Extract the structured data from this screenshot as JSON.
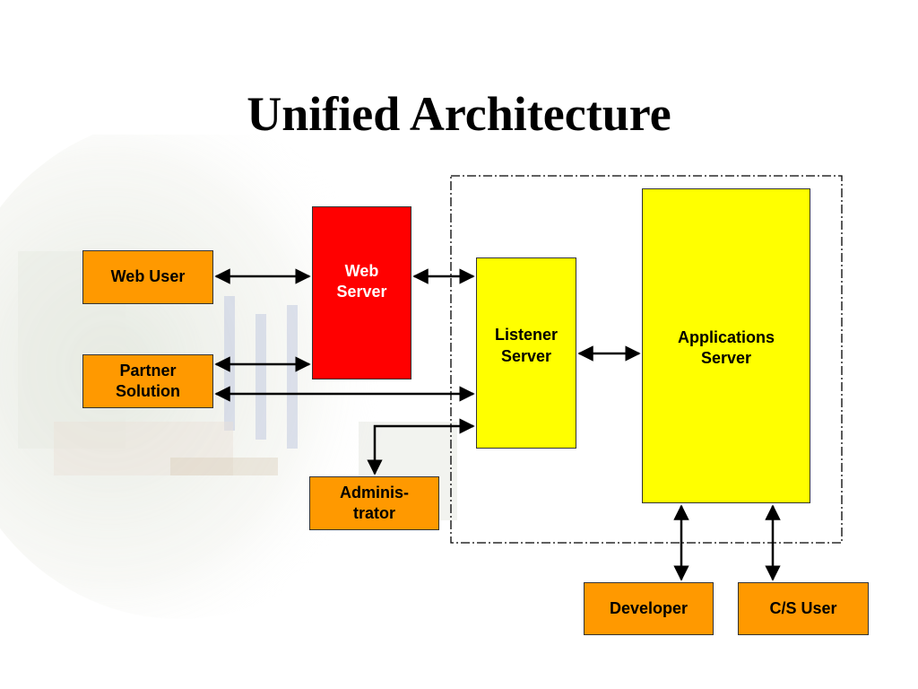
{
  "slide": {
    "title": "Unified Architecture"
  },
  "colors": {
    "orange": "#FF9900",
    "yellow": "#FFFF00",
    "red": "#FF0000",
    "border": "#333333",
    "arrow": "#000000"
  },
  "nodes": {
    "web_user": "Web User",
    "partner_solution": "Partner\nSolution",
    "administrator": "Adminis-\ntrator",
    "web_server": "Web\nServer",
    "listener_server": "Listener\nServer",
    "applications_server": "Applications\nServer",
    "developer": "Developer",
    "cs_user": "C/S User"
  },
  "connections": [
    {
      "from": "web_user",
      "to": "web_server",
      "type": "bidirectional"
    },
    {
      "from": "partner_solution",
      "to": "web_server",
      "type": "bidirectional"
    },
    {
      "from": "partner_solution",
      "to": "listener_server",
      "type": "bidirectional"
    },
    {
      "from": "web_server",
      "to": "listener_server",
      "type": "bidirectional"
    },
    {
      "from": "administrator",
      "to": "listener_server",
      "type": "bidirectional"
    },
    {
      "from": "listener_server",
      "to": "applications_server",
      "type": "bidirectional"
    },
    {
      "from": "applications_server",
      "to": "developer",
      "type": "bidirectional"
    },
    {
      "from": "applications_server",
      "to": "cs_user",
      "type": "bidirectional"
    }
  ]
}
